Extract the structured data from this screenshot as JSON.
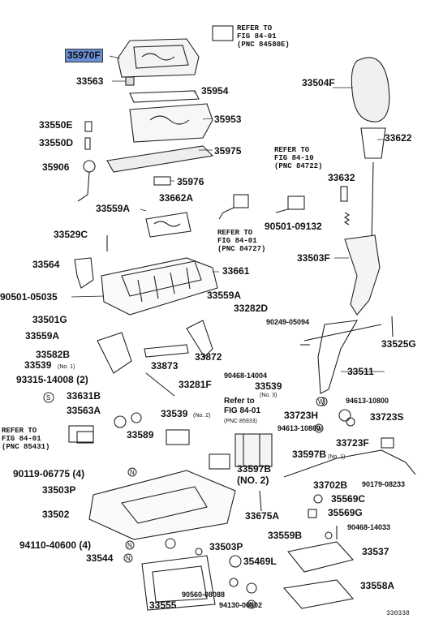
{
  "diagram_id": "330338",
  "highlight_color": "#6b8fd6",
  "labels": {
    "p35970F": "35970F",
    "p33563": "33563",
    "p35954": "35954",
    "p33550E": "33550E",
    "p35953": "35953",
    "p33550D": "33550D",
    "p35975": "35975",
    "p35906": "35906",
    "p35976": "35976",
    "p33559A_1": "33559A",
    "p33662A": "33662A",
    "p33529C": "33529C",
    "p33564": "33564",
    "p33661": "33661",
    "p90501_05035": "90501-05035",
    "p33559A_2": "33559A",
    "p33282D": "33282D",
    "p33501G": "33501G",
    "p33559A_3": "33559A",
    "p33582B": "33582B",
    "p33539_n1": "33539",
    "p33873": "33873",
    "p33872": "33872",
    "p93315": "93315-14008 (2)",
    "p33281F": "33281F",
    "p90468_14004": "90468-14004",
    "p33539_n3": "33539",
    "p33631B": "33631B",
    "p33563A": "33563A",
    "p33589": "33589",
    "p33539_n2": "33539",
    "p33597B_n1": "33597B",
    "p33597B_n2a": "33597B",
    "p33597B_n2b": "(NO. 2)",
    "p90119": "90119-06775 (4)",
    "p33503P_1": "33503P",
    "p33502": "33502",
    "p33675A": "33675A",
    "p94110": "94110-40600 (4)",
    "p33544": "33544",
    "p33503P_2": "33503P",
    "p35469L": "35469L",
    "p90560": "90560-08088",
    "p33555": "33555",
    "p94130": "94130-00802",
    "p33504F": "33504F",
    "p33622": "33622",
    "p33632": "33632",
    "p90501_09132": "90501-09132",
    "p33503F": "33503F",
    "p90249": "90249-05094",
    "p33525G": "33525G",
    "p33511": "33511",
    "p94613_1": "94613-10800",
    "p33723H": "33723H",
    "p94613_2": "94613-10800",
    "p33723S": "33723S",
    "p33723F": "33723F",
    "p33702B": "33702B",
    "p90179": "90179-08233",
    "p35569C": "35569C",
    "p35569G": "35569G",
    "p90468_14033": "90468-14033",
    "p33559B": "33559B",
    "p33537": "33537",
    "p33558A": "33558A"
  },
  "notes": {
    "no1": "(No. 1)",
    "no2": "(No. 2)",
    "no3": "(No. 3)"
  },
  "refs": {
    "r84_01_top": "REFER TO\nFIG 84-01\n(PNC 84580E)",
    "r84_10": "REFER TO\nFIG 84-10\n(PNC 84722)",
    "r84_01_mid": "REFER TO\nFIG 84-01\n(PNC 84727)",
    "r84_01_left": "REFER TO\nFIG 84-01\n(PNC 85431)",
    "r84_01_55933_a": "Refer to",
    "r84_01_55933_b": "FIG 84-01",
    "r84_01_55933_c": "(PNC 85933)"
  }
}
